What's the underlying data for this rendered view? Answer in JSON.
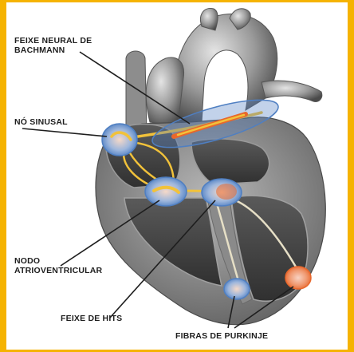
{
  "labels": {
    "bachmann": [
      "FEIXE NEURAL DE",
      "BACHMANN"
    ],
    "sinusal": "NÓ SINUSAL",
    "av_node": [
      "NODO",
      "ATRIOVENTRICULAR"
    ],
    "his": "FEIXE DE HITS",
    "purkinje": "FIBRAS DE PURKINJE"
  },
  "colors": {
    "frame": "#F5B301",
    "heart_gray": "#7d7d7d",
    "chamber_dark": "#3f3f3f",
    "pathway": "#F2C23A",
    "node_blue": "#4F7FC2",
    "node_pink": "#F4B6A8",
    "node_orange": "#E8672C"
  }
}
